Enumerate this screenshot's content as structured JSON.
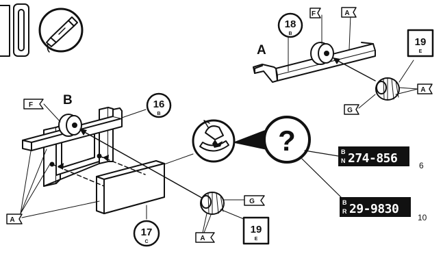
{
  "colors": {
    "ink": "#111111",
    "paper": "#ffffff"
  },
  "icons": [
    "slot-bracket-icon",
    "glue-tube-icon",
    "question-icon",
    "painting-tool-icon"
  ],
  "assemblies": {
    "a": {
      "label": "A"
    },
    "b": {
      "label": "B"
    }
  },
  "parts": {
    "p18": {
      "number": "18",
      "letter": "B"
    },
    "p19_top": {
      "number": "19",
      "letter": "E"
    },
    "p16": {
      "number": "16",
      "letter": "B"
    },
    "p17": {
      "number": "17",
      "letter": "C"
    },
    "p19_bottom": {
      "number": "19",
      "letter": "E"
    }
  },
  "flags": {
    "f_top": "F",
    "a_top": "A",
    "a_top_right": "A",
    "g_top": "G",
    "f_left": "F",
    "a_left": "A",
    "g_bottom": "G",
    "a_bottom": "A"
  },
  "plates": [
    {
      "top_letter": "B",
      "bottom_letter": "N",
      "number": "274-856",
      "quantity": "6"
    },
    {
      "top_letter": "B",
      "bottom_letter": "R",
      "number": "29-9830",
      "quantity": "10"
    }
  ]
}
